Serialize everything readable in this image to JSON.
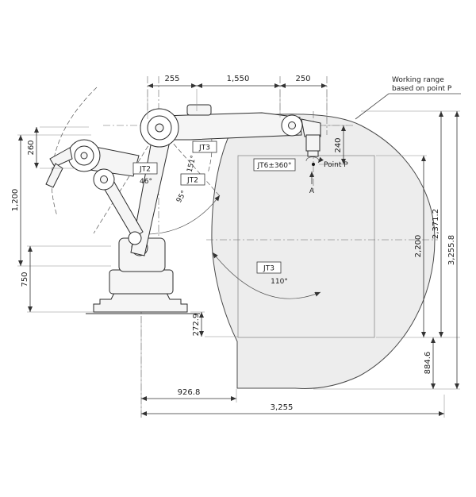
{
  "annotations": {
    "working_range_1": "Working range",
    "working_range_2": "based on point P",
    "point_p": "Point P",
    "section_a": "A"
  },
  "joints": {
    "jt3_upper": "JT3",
    "jt3_upper_angle": "151°",
    "jt2_outer": "JT2",
    "jt2_outer_angle": "46°",
    "jt2_inner": "JT2",
    "jt2_inner_angle": "95°",
    "jt6": "JT6±360°",
    "jt3_lower": "JT3",
    "jt3_lower_angle": "110°"
  },
  "dimensions": {
    "top_255": "255",
    "top_1550": "1,550",
    "top_250": "250",
    "left_260": "260",
    "left_1200": "1,200",
    "left_750": "750",
    "right_240": "240",
    "right_2371": "2,371.2",
    "right_3255_8": "3,255.8",
    "right_2200": "2,200",
    "right_884": "884.6",
    "mid_272": "272.9",
    "bottom_926": "926.8",
    "bottom_3255": "3,255"
  },
  "colors": {
    "envelope_fill": "#ededed",
    "line": "#2b2b2b",
    "dim_line": "#333333"
  }
}
